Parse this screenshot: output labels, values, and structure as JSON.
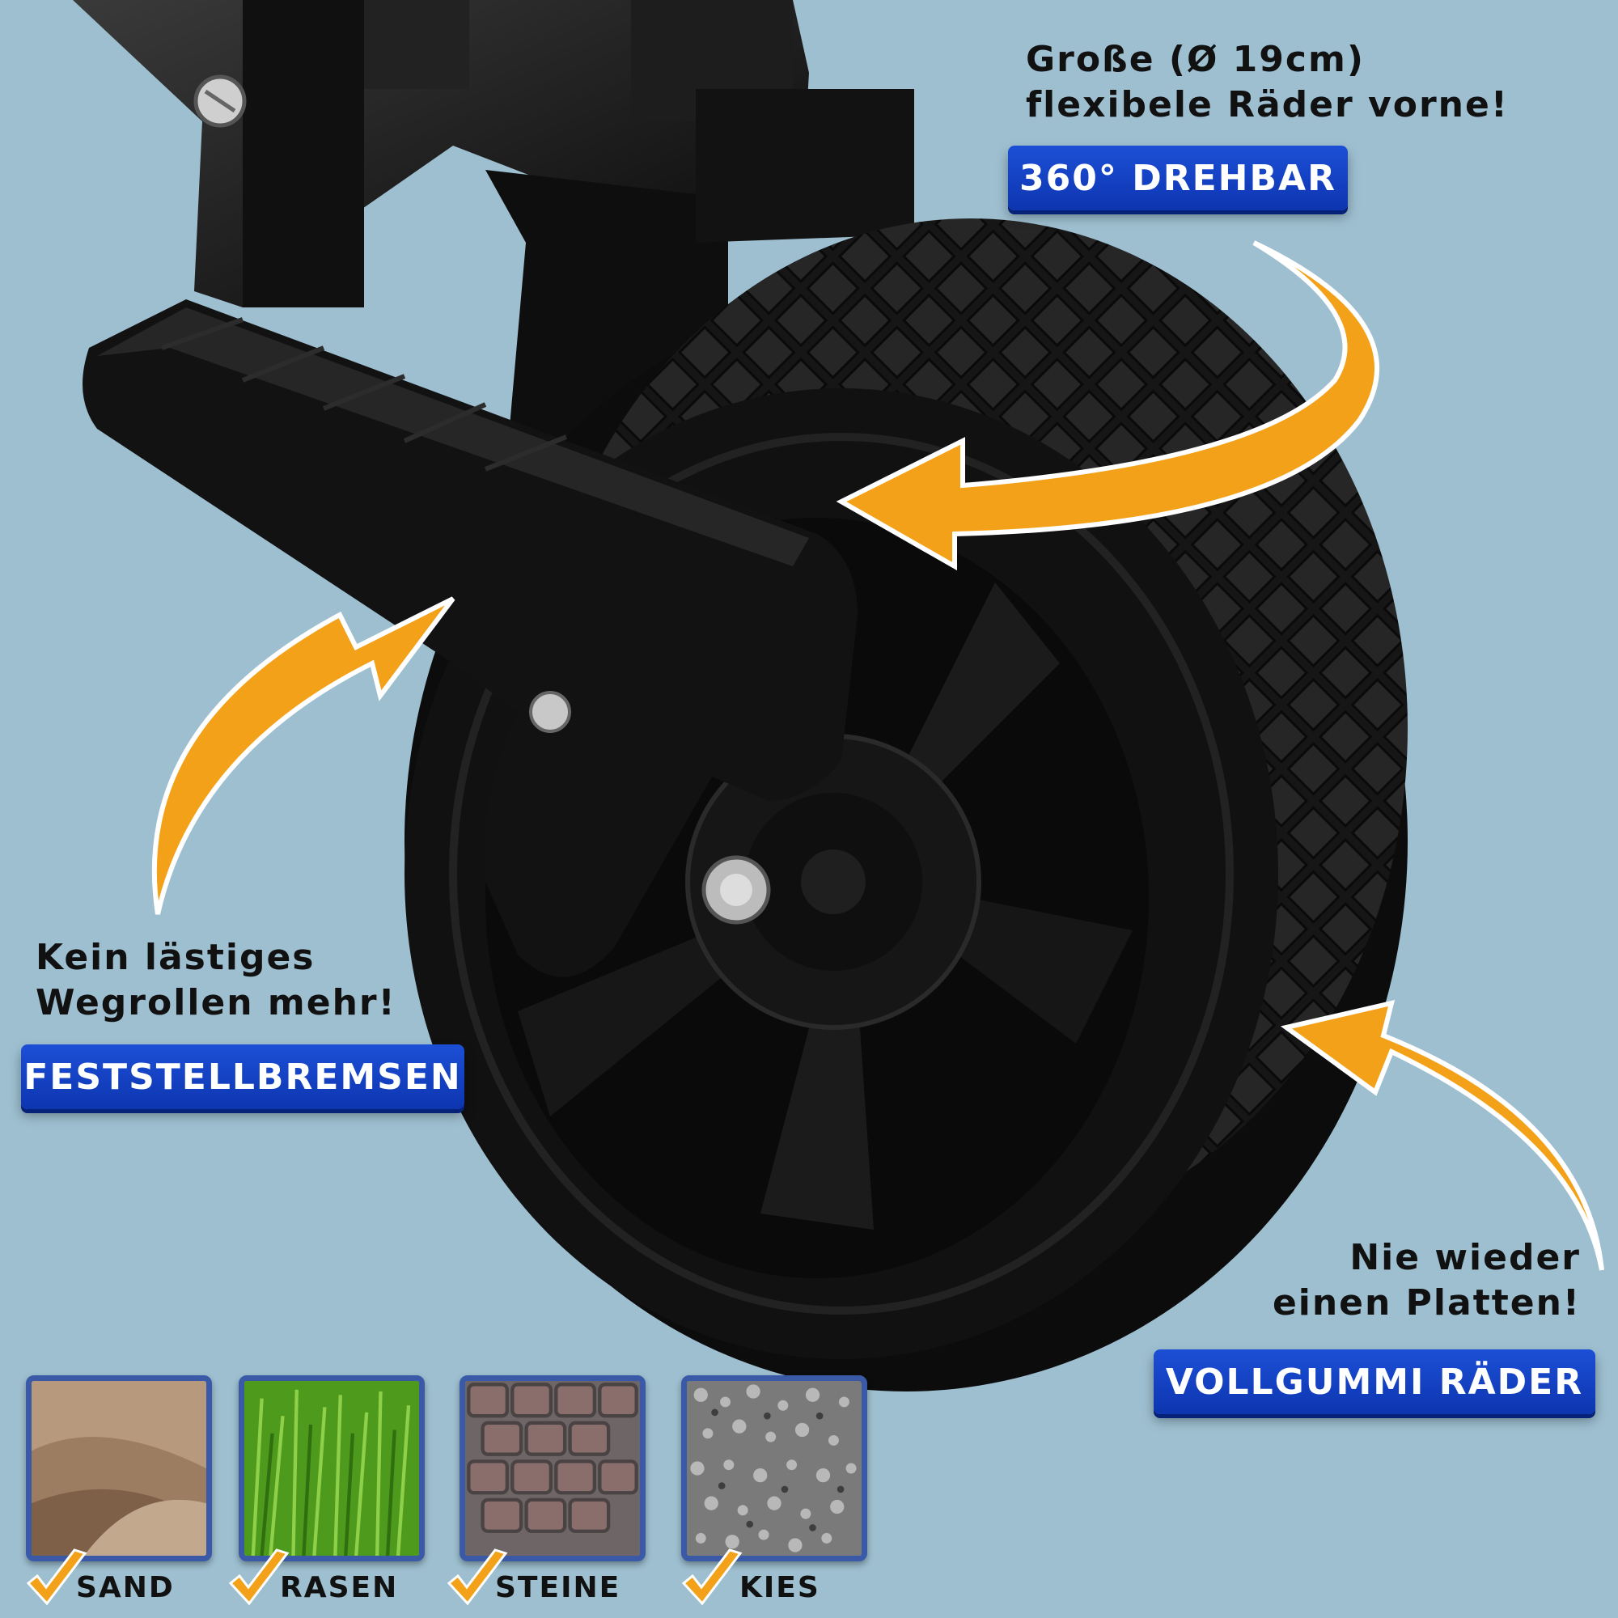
{
  "callouts": {
    "swivel": {
      "line1": "Große (Ø 19cm)",
      "line2": "flexibele Räder vorne!",
      "badge": "360° DREHBAR"
    },
    "brake": {
      "line1": "Kein lästiges",
      "line2": "Wegrollen mehr!",
      "badge": "FESTSTELLBREMSEN"
    },
    "tyre": {
      "line1": "Nie wieder",
      "line2": "einen Platten!",
      "badge": "VOLLGUMMI RÄDER"
    }
  },
  "surfaces": [
    {
      "label": "SAND",
      "icon": "sand-texture"
    },
    {
      "label": "RASEN",
      "icon": "grass-texture"
    },
    {
      "label": "STEINE",
      "icon": "cobblestone-texture"
    },
    {
      "label": "KIES",
      "icon": "gravel-texture"
    }
  ],
  "colors": {
    "background": "#9dbfd0",
    "badge_blue": "#1c4fd6",
    "arrow_orange": "#f4a11a",
    "wheel_black": "#141414",
    "check_orange": "#f4a11a"
  }
}
